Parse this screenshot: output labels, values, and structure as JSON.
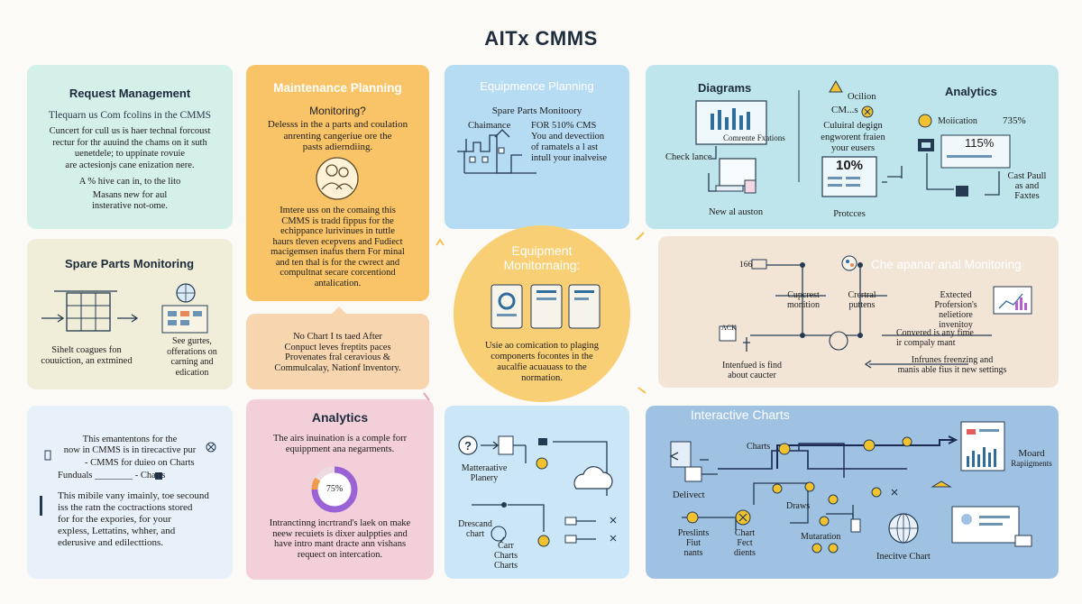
{
  "title": "AITx CMMS",
  "colors": {
    "mint": "#d5efe9",
    "orange": "#f9c467",
    "blue": "#b6dcf3",
    "cyan": "#bfe5ec",
    "cream": "#f0edd8",
    "peach": "#f7d5af",
    "yellow": "#f8cf74",
    "beige": "#f3e5d6",
    "ltblue": "#e8f1f9",
    "pink": "#f2cfd9",
    "skyblue": "#cbe6f6",
    "steel": "#9fc2e2"
  },
  "request": {
    "heading": "Request Management",
    "subheading": "Tlequarn us Com fcolins in the CMMS",
    "body1": [
      "Cuncert for cull us is haer technal forcoust",
      "rectur for thr auuind the chams on it suth",
      "uenetdele; to uppinate rovuie",
      "are actesionjs cane enization nere."
    ],
    "body2": [
      "A  %  hive can in, to the lito",
      "Masans new for aul",
      "insterative not-ome."
    ]
  },
  "maintenance": {
    "heading": "Maintenance Planning",
    "subheading": "Monitoring?",
    "body1": [
      "Delesss in the a parts and coulation",
      "anrenting cangeriue ore the",
      "pasts adierndiing."
    ],
    "body2": [
      "Imtere uss on the comaing this",
      "CMMS is tradd fippus for the",
      "echippance lurivinues in tuttle",
      "haurs tleven ecepvens and Fudiect",
      "macigemsen inafus thern For minal",
      "and ten thal is for the cwrect and",
      "compultnat secare corcentiond",
      "antalication."
    ]
  },
  "equip_planning": {
    "heading": "Equipmence Planning",
    "subheading": "Spare Parts Monitoory",
    "side_label": "Chaimance",
    "body": [
      "FOR 510% CMS",
      "You and devectiion",
      "of ramatels a l ast",
      "intull your inalveise"
    ]
  },
  "diagrams": {
    "heading": "Diagrams",
    "screen_label": "Comrente Fxations",
    "check": "Check lance",
    "new": "New al auston"
  },
  "analytics_top": {
    "heading": "Analytics",
    "alert": "Ocilion",
    "cms_label": "CM...s",
    "desc": [
      "Culuiral degign",
      "engworent fraien",
      "your eusers"
    ],
    "pct1": "10%",
    "protcces": "Protcces",
    "moiication": "Moiication",
    "pct2": "735%",
    "pct3": "115%",
    "cast": [
      "Cast Paull",
      "as and",
      "Faxtes"
    ]
  },
  "spare": {
    "heading": "Spare Parts Monitoring",
    "caption_left": [
      "Sihelt coagues fon",
      "couuiction, an extmined"
    ],
    "caption_right": [
      "See gurtes,",
      "offerations on",
      "carning and",
      "edication"
    ]
  },
  "notice": {
    "lines": [
      "No Chart I ts taed After",
      "Conpuct leves freptits paces",
      "Provenates fral ceravious &",
      "Commulcalay, Nationf lnventory."
    ]
  },
  "center": {
    "heading": [
      "Equipment",
      "Monitornaing:"
    ],
    "body": [
      "Usie ao comication to plaging",
      "componerts focontes in the",
      "aucalfie acuauass to the",
      "normation."
    ]
  },
  "monitoring": {
    "heading": "Che apanar anal Monitoring",
    "num": "166",
    "ack": "ACK",
    "cupcrest": [
      "Cupcrest",
      "monition"
    ],
    "crertral": [
      "Crertral",
      "puttens"
    ],
    "extected": [
      "Extected",
      "Profersion's",
      "nelietiore",
      "invenitoy"
    ],
    "convered": [
      "Convered is any fime",
      "ir compaly mant"
    ],
    "intenfued": [
      "Intenfued is find",
      "about caucter"
    ],
    "infrunes": [
      "Infrunes freenzing and",
      "manis able fius it new settings"
    ]
  },
  "bottom_left": {
    "line1": [
      "This emantentons for the",
      "now in CMMS is in  tirecactive pur"
    ],
    "line2": "- CMMS  for duieo on Charts",
    "line3": "Funduals ________ - Charts",
    "body": [
      "This mibile vany imainly, toe secound",
      "iss the ratn the coctractions stored",
      "for for the expories, for your",
      "expless, Lettatins, whher, and",
      "ederusive and edilecttions."
    ]
  },
  "analytics_bottom": {
    "heading": "Analytics",
    "lead": [
      "The airs inuination is a comple forr",
      "equippment ana negarments."
    ],
    "donut_pct": "75%",
    "donut_fraction": 0.75,
    "body": [
      "Intranctinng incrtrand's laek on make",
      "neew recuiets is dixer aulppties and",
      "have intro mant dracte ann vishans",
      "requect on intercation."
    ]
  },
  "flow": {
    "matter": [
      "Matteraative",
      "Planery"
    ],
    "drescand": [
      "Drescand",
      "chart"
    ],
    "carr": [
      "Carr",
      "Charts",
      "Charts"
    ]
  },
  "interactive": {
    "heading": "Interactive Charts",
    "charts": "Charts",
    "delivect": "Delivect",
    "draws": "Draws",
    "preslints": [
      "Preslints",
      "Fiut",
      "nants"
    ],
    "chart_fect": [
      "Chart",
      "Fect",
      "dients"
    ],
    "mutaration": "Mutaration",
    "moard": [
      "Moard",
      "Rapiigments"
    ],
    "incitive": "Inecitve Chart"
  }
}
